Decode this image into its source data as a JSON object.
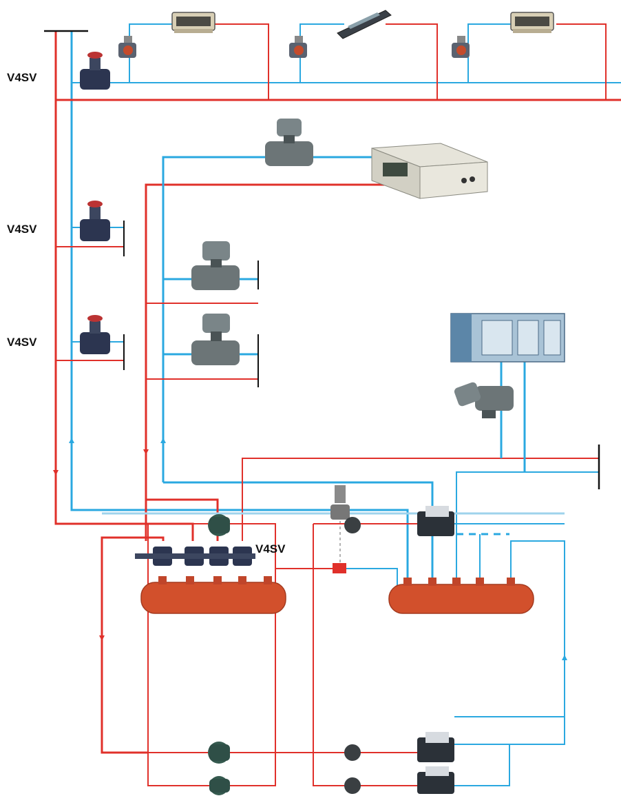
{
  "labels": {
    "valve_top": "V4SV",
    "valve_mid1": "V4SV",
    "valve_mid2": "V4SV",
    "valve_manifold": "V4SV"
  },
  "colors": {
    "supply": "#e0302a",
    "return": "#2aa8e0",
    "return_pale": "#9fd3ec",
    "header_body": "#d2502c",
    "valve_body": "#2c3550",
    "actuator": "#5f6b6f"
  },
  "icons": {
    "fan_coil": "fan-coil-unit-icon",
    "balancing_valve": "balancing-valve-icon",
    "control_valve": "motorized-control-valve-icon",
    "pressure_valve": "differential-pressure-valve-icon",
    "ahu": "air-handling-unit-icon",
    "header": "distribution-header-icon",
    "pump": "circulation-pump-icon",
    "chiller": "chiller-unit-icon",
    "panel": "control-panel-unit-icon"
  }
}
